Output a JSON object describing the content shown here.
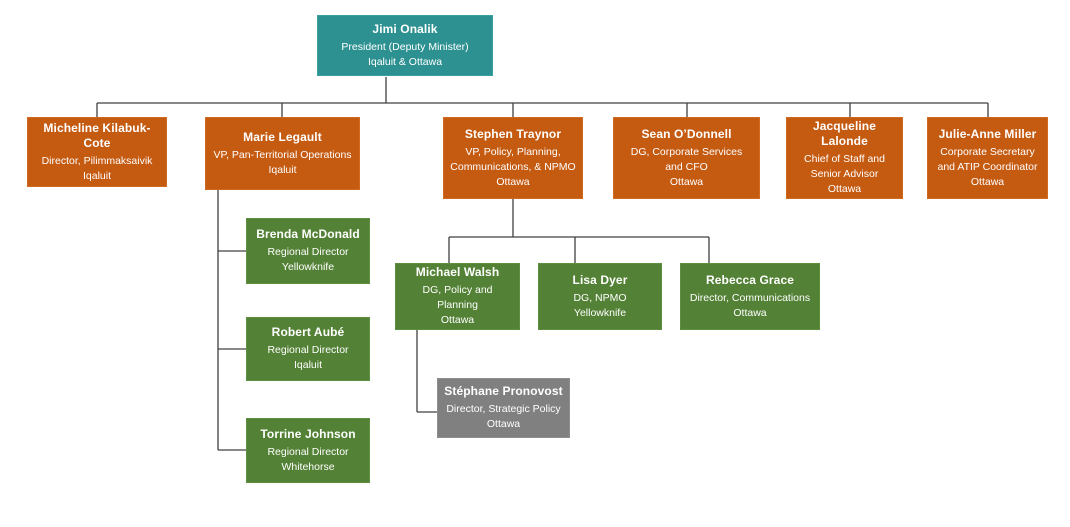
{
  "diagram": {
    "type": "org-chart",
    "colors": {
      "executive": "#2E9191",
      "vp_level": "#C55A11",
      "director_level": "#538135",
      "sub_level": "#808080",
      "connector": "#404040",
      "text": "#FFFFFF"
    },
    "nodes": [
      {
        "name": "Jimi Onalik",
        "lines": [
          "President (Deputy Minister)",
          "Iqaluit & Ottawa"
        ],
        "reports_to": null
      },
      {
        "name": "Micheline Kilabuk-Cote",
        "lines": [
          "Director, Pilimmaksaivik",
          "Iqaluit"
        ],
        "reports_to": "Jimi Onalik"
      },
      {
        "name": "Marie Legault",
        "lines": [
          "VP, Pan-Territorial Operations",
          "Iqaluit"
        ],
        "reports_to": "Jimi Onalik"
      },
      {
        "name": "Stephen Traynor",
        "lines": [
          "VP, Policy, Planning,",
          "Communications, & NPMO",
          "Ottawa"
        ],
        "reports_to": "Jimi Onalik"
      },
      {
        "name": "Sean O’Donnell",
        "lines": [
          "DG, Corporate Services",
          "and CFO",
          "Ottawa"
        ],
        "reports_to": "Jimi Onalik"
      },
      {
        "name": "Jacqueline Lalonde",
        "lines": [
          "Chief of Staff and",
          "Senior Advisor",
          "Ottawa"
        ],
        "reports_to": "Jimi Onalik"
      },
      {
        "name": "Julie-Anne Miller",
        "lines": [
          "Corporate Secretary",
          "and ATIP Coordinator",
          "Ottawa"
        ],
        "reports_to": "Jimi Onalik"
      },
      {
        "name": "Brenda McDonald",
        "lines": [
          "Regional Director",
          "Yellowknife"
        ],
        "reports_to": "Marie Legault"
      },
      {
        "name": "Robert Aubé",
        "lines": [
          "Regional Director",
          "Iqaluit"
        ],
        "reports_to": "Marie Legault"
      },
      {
        "name": "Torrine Johnson",
        "lines": [
          "Regional Director",
          "Whitehorse"
        ],
        "reports_to": "Marie Legault"
      },
      {
        "name": "Michael Walsh",
        "lines": [
          "DG, Policy and Planning",
          "Ottawa"
        ],
        "reports_to": "Stephen Traynor"
      },
      {
        "name": "Lisa Dyer",
        "lines": [
          "DG, NPMO",
          "Yellowknife"
        ],
        "reports_to": "Stephen Traynor"
      },
      {
        "name": "Rebecca Grace",
        "lines": [
          "Director, Communications",
          "Ottawa"
        ],
        "reports_to": "Stephen Traynor"
      },
      {
        "name": "Stéphane Pronovost",
        "lines": [
          "Director, Strategic Policy",
          "Ottawa"
        ],
        "reports_to": "Michael Walsh"
      }
    ]
  }
}
